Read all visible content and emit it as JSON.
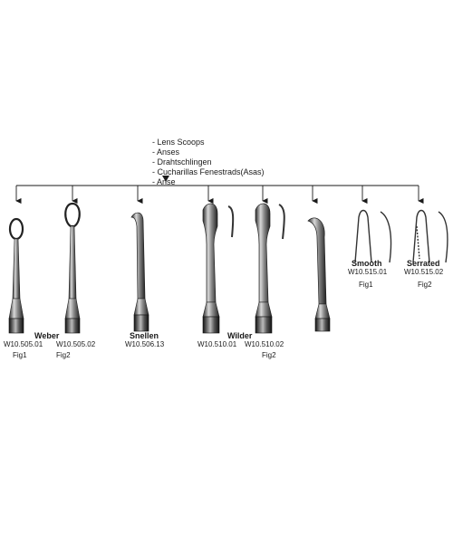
{
  "header": {
    "lines": [
      "- Lens Scoops",
      "- Anses",
      "- Drahtschlingen",
      "- Cucharillas Fenestrads(Asas)",
      "- Anse"
    ]
  },
  "groups": {
    "weber": {
      "name": "Weber",
      "codes": [
        "W10.505.01",
        "W10.505.02"
      ],
      "figs": [
        "Fig1",
        "Fig2"
      ]
    },
    "snellen": {
      "name": "Snellen",
      "code": "W10.506.13"
    },
    "wilder": {
      "name": "Wilder",
      "codes": [
        "W10.510.01",
        "W10.510.02"
      ],
      "fig": "Fig2"
    },
    "smooth": {
      "name": "Smooth",
      "code": "W10.515.01",
      "fig": "Fig1"
    },
    "serrated": {
      "name": "Serrated",
      "code": "W10.515.02",
      "fig": "Fig2"
    }
  },
  "colors": {
    "ink": "#1a1a1a",
    "steel_light": "#d8d8d8",
    "steel_dark": "#555555"
  }
}
